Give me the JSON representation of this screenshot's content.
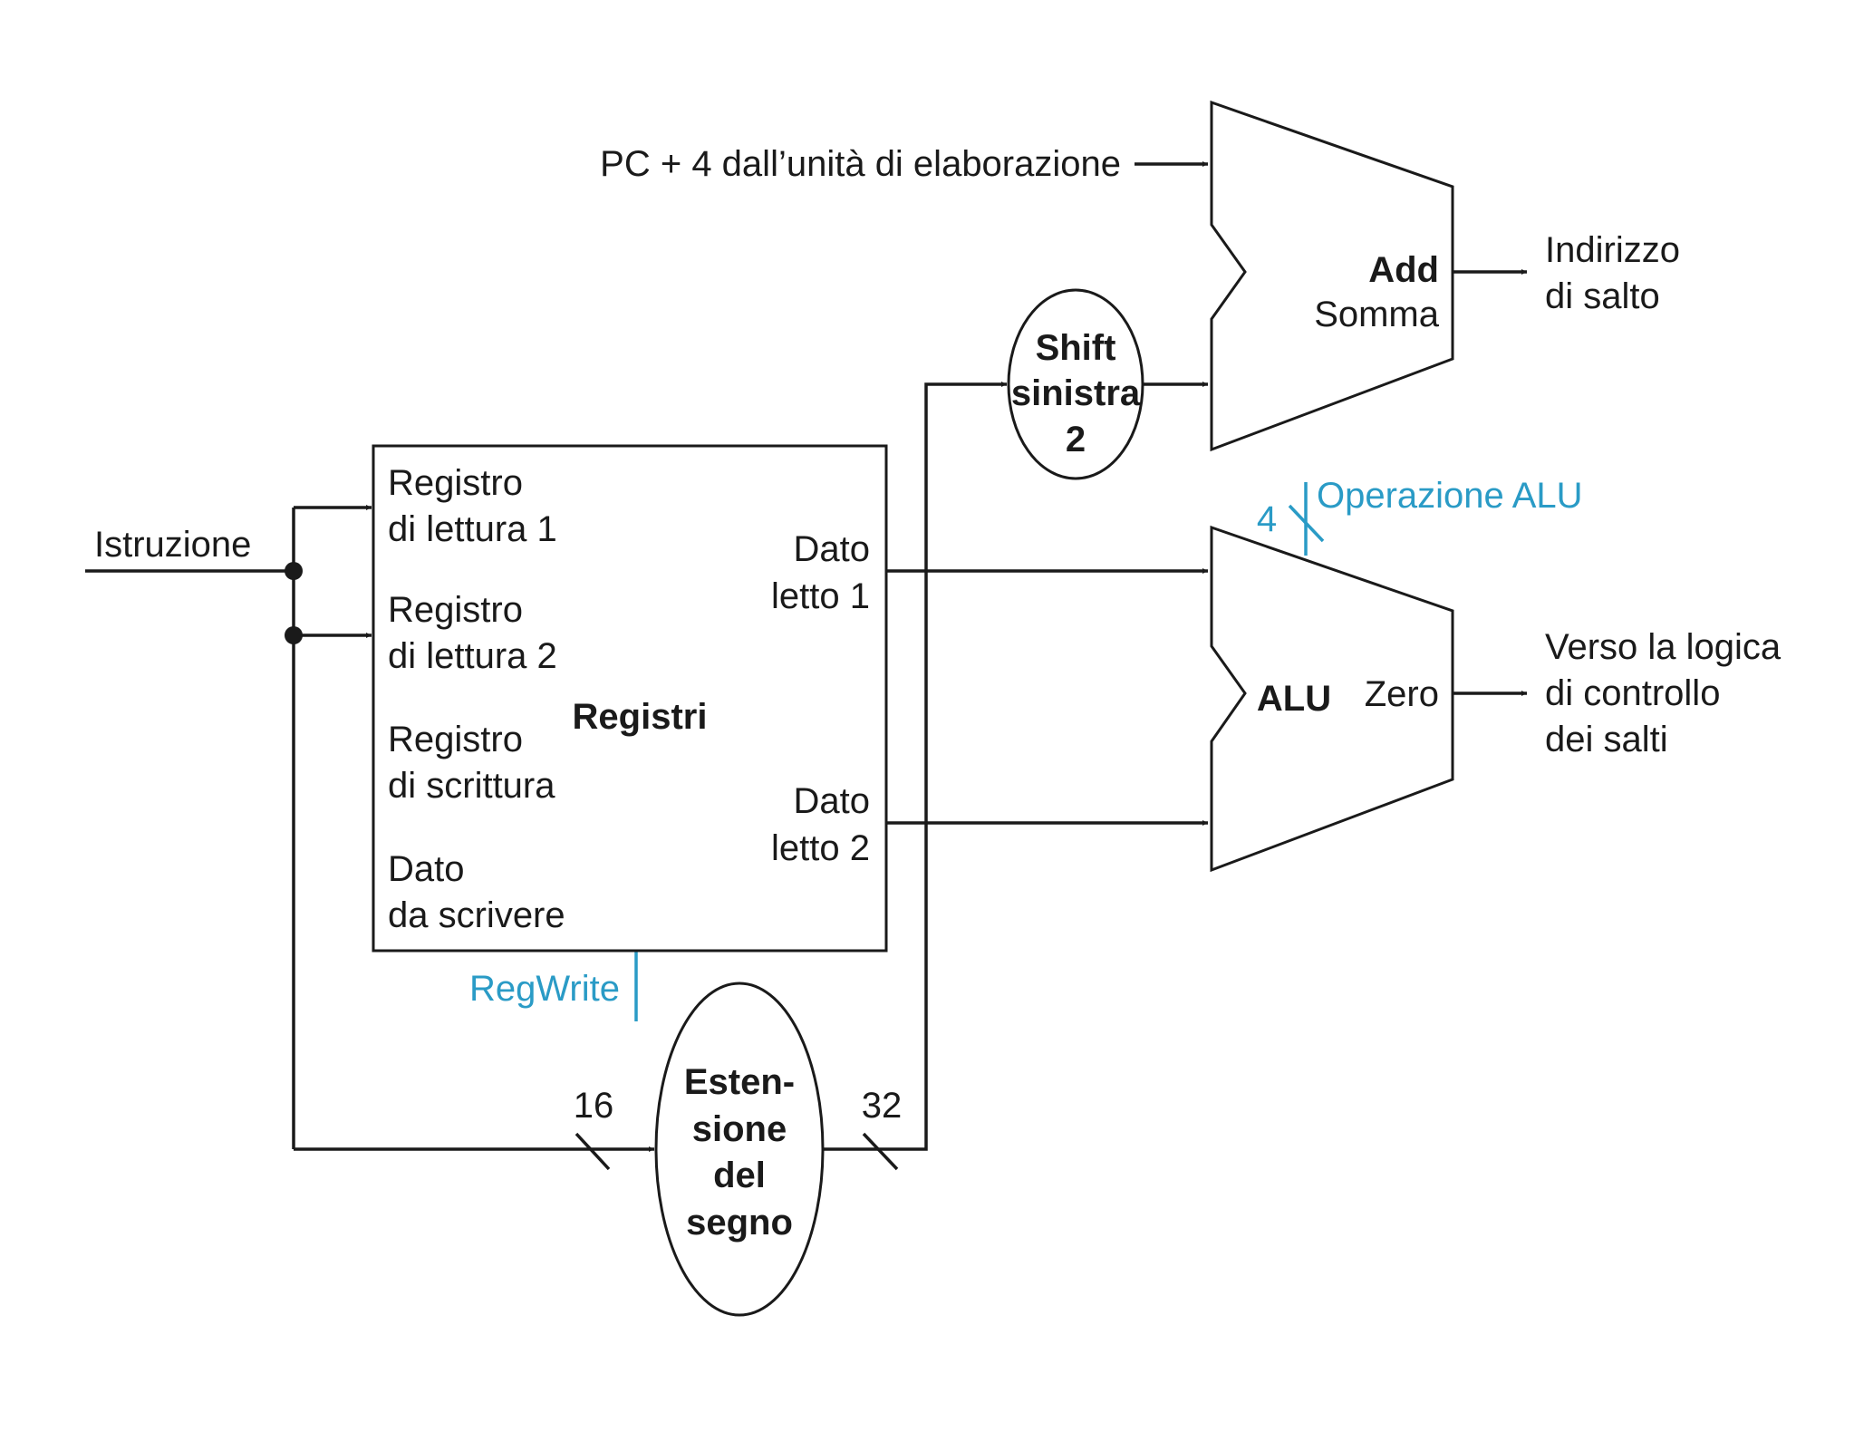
{
  "colors": {
    "line": "#1a1a1a",
    "control": "#2a9bc6",
    "background": "#ffffff"
  },
  "labels": {
    "pc_input": "PC + 4 dall’unità di elaborazione",
    "adder_title": "Add",
    "adder_subtitle": "Somma",
    "branch_out_1": "Indirizzo",
    "branch_out_2": "di salto",
    "shift_1": "Shift",
    "shift_2": "sinistra",
    "shift_3": "2",
    "alu_op": "Operazione ALU",
    "alu_op_width": "4",
    "instruction": "Istruzione",
    "registers_title": "Registri",
    "read_reg1_1": "Registro",
    "read_reg1_2": "di lettura 1",
    "read_reg2_1": "Registro",
    "read_reg2_2": "di lettura 2",
    "write_reg_1": "Registro",
    "write_reg_2": "di scrittura",
    "write_data_1": "Dato",
    "write_data_2": "da scrivere",
    "read_data1_1": "Dato",
    "read_data1_2": "letto 1",
    "read_data2_1": "Dato",
    "read_data2_2": "letto 2",
    "regwrite": "RegWrite",
    "alu_title": "ALU",
    "alu_zero": "Zero",
    "zero_out_1": "Verso la logica",
    "zero_out_2": "di controllo",
    "zero_out_3": "dei salti",
    "sext_1": "Esten-",
    "sext_2": "sione",
    "sext_3": "del",
    "sext_4": "segno",
    "width_in": "16",
    "width_out": "32"
  }
}
